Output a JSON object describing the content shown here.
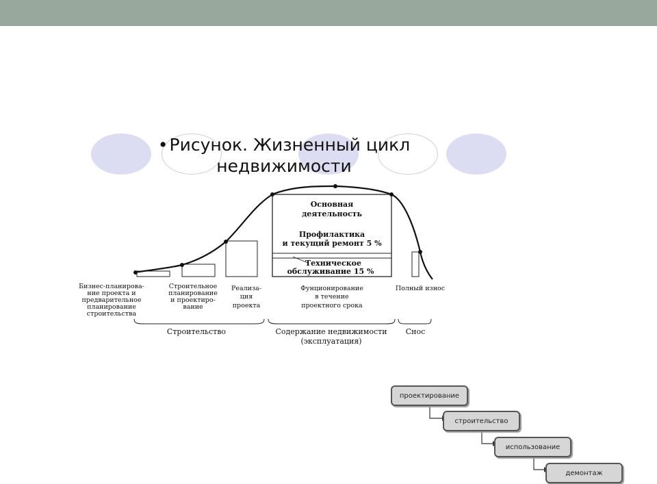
{
  "slide": {
    "title_bullet": "•",
    "title_line1": "Рисунок. Жизненный цикл",
    "title_line2": "недвижимости"
  },
  "diagram": {
    "box_main_line1": "Основная",
    "box_main_line2": "деятельность",
    "box_mid_line1": "Профилактика",
    "box_mid_line2": "и текущий ремонт 5 %",
    "box_low_line1": "Техническое",
    "box_low_line2": "обслуживание 15 %",
    "stage1": [
      "Бизнес-планирова-",
      "ние проекта и",
      "предварительное",
      "планирование",
      "строительства"
    ],
    "stage2": [
      "Строительное",
      "планирование",
      "и проектиро-",
      "вание"
    ],
    "stage3": [
      "Реализа-",
      "ция",
      "проекта"
    ],
    "stage4": [
      "Фунционирование",
      "в течение",
      "проектного срока"
    ],
    "stage5": [
      "Полный износ"
    ],
    "group1": "Строительство",
    "group2_line1": "Содержание недвижимости",
    "group2_line2": "(эксплуатация)",
    "group3": "Снос"
  },
  "flow_steps": [
    "проектирование",
    "строительство",
    "использование",
    "демонтаж"
  ],
  "colors": {
    "topbar": "#98a89c",
    "ellipse_fill": "#dcdcf2",
    "step_fill": "#d6d6d6"
  }
}
